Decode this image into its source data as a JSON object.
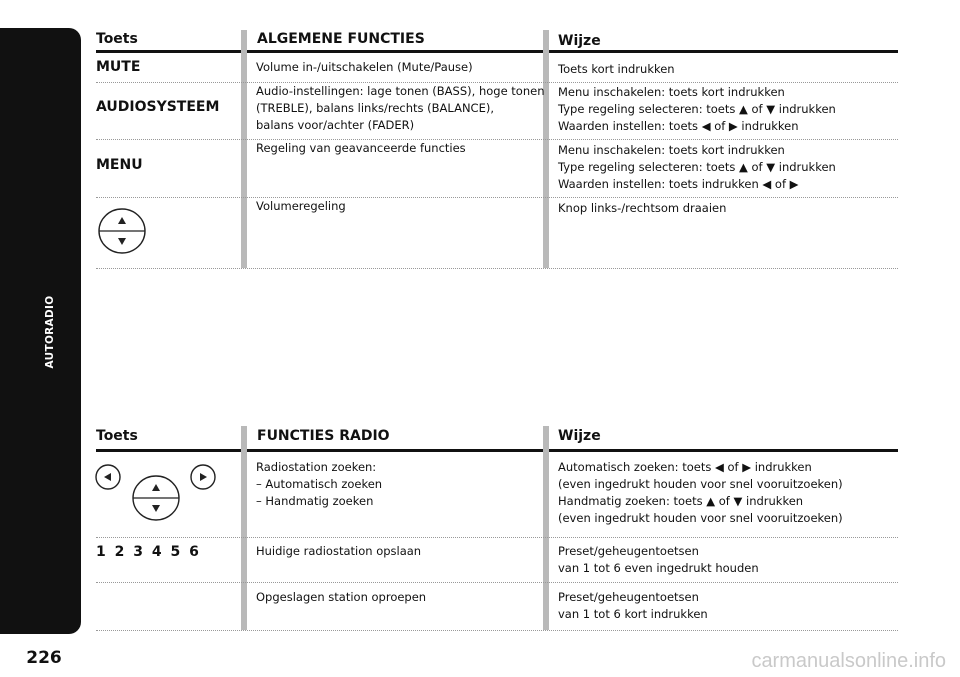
{
  "sidebar_label": "AUTORADIO",
  "page_number": "226",
  "copyright": "carmanualsonline.info",
  "table1": {
    "headers": {
      "key": "Toets",
      "function": "ALGEMENE FUNCTIES",
      "mode": "Wijze"
    },
    "rows": [
      {
        "key": "MUTE",
        "function": [
          "Volume in-/uitschakelen (Mute/Pause)"
        ],
        "mode": [
          "Toets kort indrukken"
        ]
      },
      {
        "key": "AUDIOSYSTEEM",
        "function": [
          "Audio-instellingen: lage tonen (BASS), hoge tonen",
          "(TREBLE), balans links/rechts (BALANCE),",
          "balans voor/achter (FADER)"
        ],
        "mode": [
          "Menu inschakelen: toets kort indrukken",
          "Type regeling selecteren: toets ▲ of ▼ indrukken",
          "Waarden instellen: toets ◀ of ▶ indrukken"
        ]
      },
      {
        "key": "MENU",
        "function": [
          "Regeling van geavanceerde functies"
        ],
        "mode": [
          "Menu inschakelen: toets kort indrukken",
          "Type regeling selecteren: toets ▲ of ▼ indrukken",
          "Waarden instellen: toets indrukken ◀ of ▶"
        ]
      },
      {
        "key": "",
        "key_icon": "up-down-rocker-icon",
        "function": [
          "Volumeregeling"
        ],
        "mode": [
          "Knop links-/rechtsom draaien"
        ]
      }
    ]
  },
  "table2": {
    "headers": {
      "key": "Toets",
      "function": "FUNCTIES RADIO",
      "mode": "Wijze"
    },
    "rows": [
      {
        "key": "",
        "key_icon": "seek-left-right-updown-icon",
        "function": [
          "Radiostation zoeken:",
          "– Automatisch zoeken",
          "– Handmatig zoeken"
        ],
        "mode": [
          "Automatisch zoeken: toets ◀ of ▶ indrukken",
          "(even ingedrukt houden voor snel vooruitzoeken)",
          "Handmatig zoeken: toets ▲ of ▼ indrukken",
          "(even ingedrukt houden voor snel vooruitzoeken)"
        ]
      },
      {
        "key": "1 2 3 4 5 6",
        "function": [
          "Huidige radiostation opslaan"
        ],
        "mode": [
          "Preset/geheugentoetsen",
          "van 1 tot 6 even ingedrukt houden"
        ]
      },
      {
        "key": "",
        "function": [
          "Opgeslagen station oproepen"
        ],
        "mode": [
          "Preset/geheugentoetsen",
          "van 1 tot 6 kort indrukken"
        ]
      }
    ]
  }
}
